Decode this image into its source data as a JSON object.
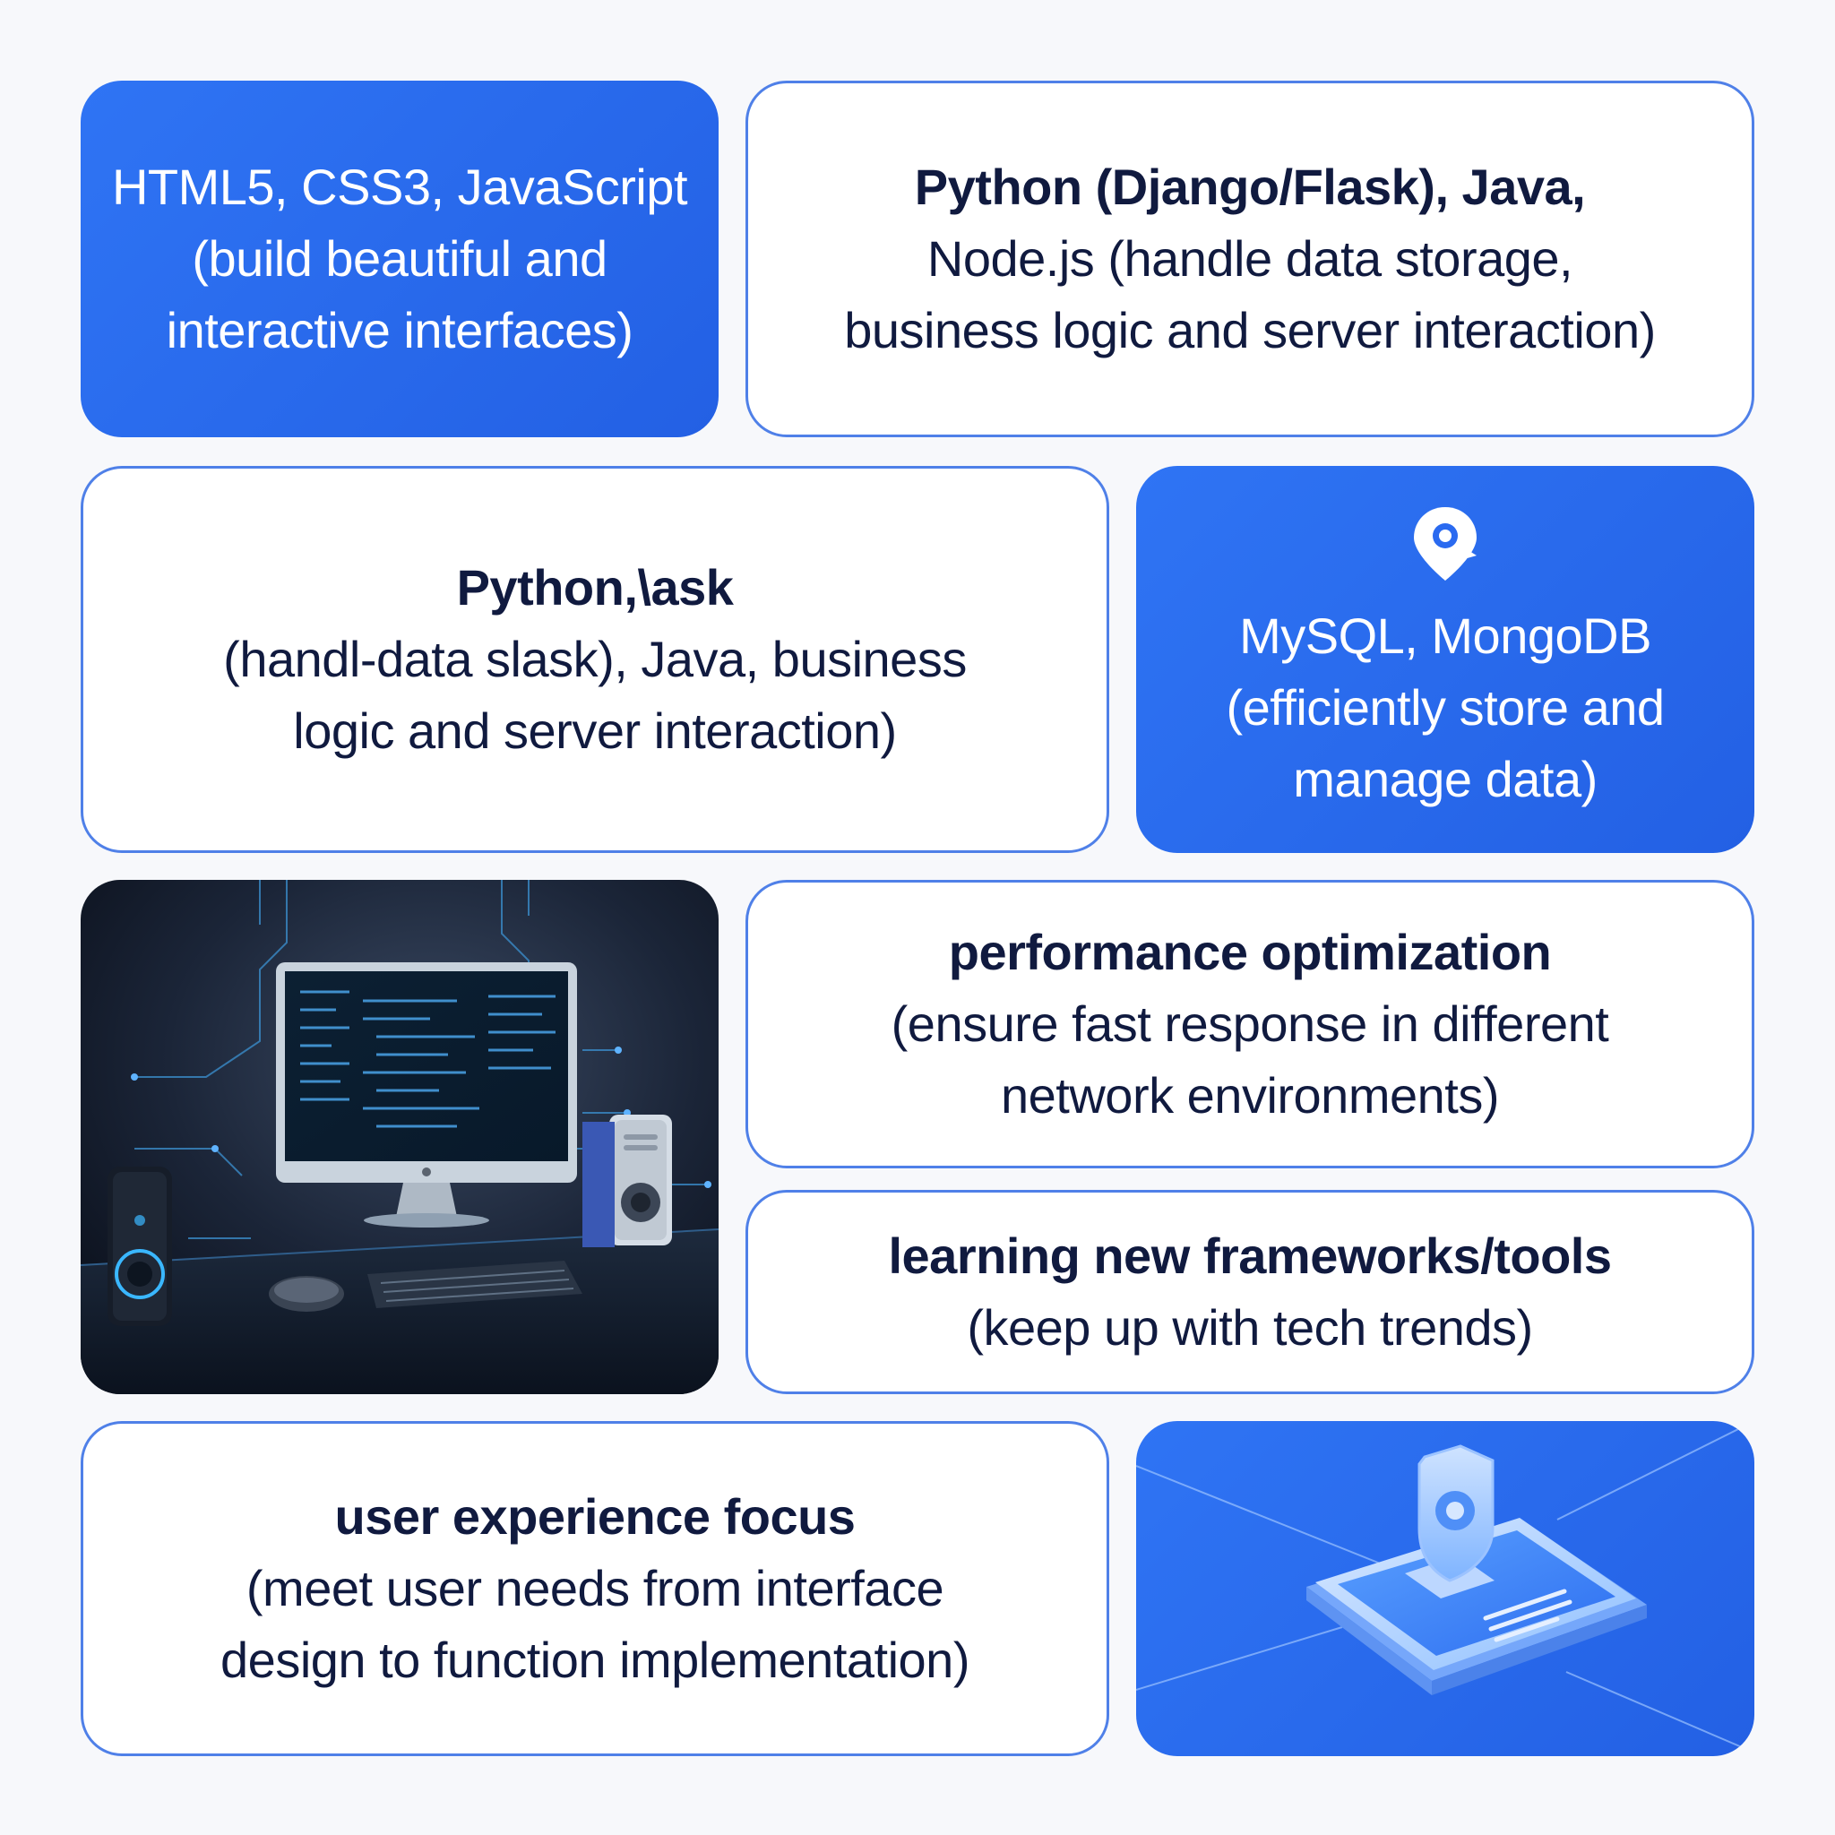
{
  "cards": {
    "frontend": {
      "lines": [
        "HTML5, CSS3, JavaScript",
        "(build beautiful and",
        "interactive interfaces)"
      ]
    },
    "backend": {
      "title": "Python (Django/Flask), Java,",
      "lines": [
        "Node.js (handle data storage,",
        "business logic and server interaction)"
      ]
    },
    "backend_alt": {
      "title": "Python,\\ask",
      "lines": [
        "(handl-data slask), Java, business",
        "logic and server interaction)"
      ]
    },
    "database": {
      "icon": "location-pin-icon",
      "title": "MySQL, MongoDB",
      "lines": [
        "(efficiently store and",
        "manage data)"
      ]
    },
    "performance": {
      "title": "performance optimization",
      "lines": [
        "(ensure fast response in different",
        "network environments)"
      ]
    },
    "learning": {
      "title": "learning new frameworks/tools",
      "lines": [
        "(keep up with tech trends)"
      ]
    },
    "ux": {
      "title": "user experience focus",
      "lines": [
        "(meet user needs from interface",
        "design to function implementation)"
      ]
    },
    "security_illustration": {
      "icon": "shield-phone-icon"
    },
    "workstation_image": {
      "icon": "computer-workstation-illustration"
    }
  },
  "colors": {
    "accent_blue": "#2a6af0",
    "card_border": "#4f80e8",
    "text_dark": "#101a3f",
    "background": "#f7f8fb"
  }
}
